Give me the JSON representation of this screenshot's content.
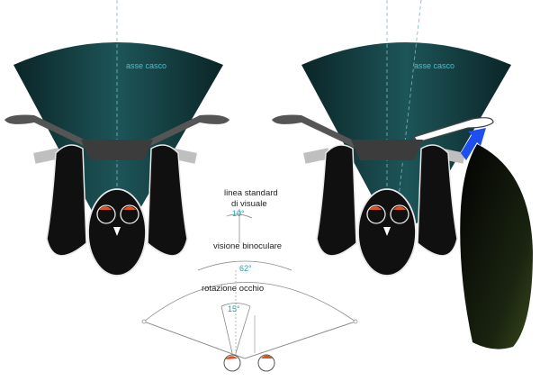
{
  "labels": {
    "helmet_axis_left": "asse casco",
    "helmet_axis_right": "asse casco",
    "standard_line_1": "linea standard",
    "standard_line_2": "di visuale",
    "angle_standard": "10°",
    "binocular": "visione binoculare",
    "angle_binocular": "62°",
    "eye_rotation": "rotazione occhio",
    "angle_rotation": "15°"
  },
  "colors": {
    "visor_dark": "#0f2e31",
    "visor_teal": "#1b5457",
    "axis_text": "#3ec4d6",
    "angle_text": "#1aa3b4",
    "rider_body": "#101010",
    "rider_outline": "#e8e8e8",
    "eyes": "#e0511e",
    "blue_arrow": "#1d4ff0",
    "bar_grips": "#c0c0c0",
    "tail_fill": "#1e2a10"
  }
}
